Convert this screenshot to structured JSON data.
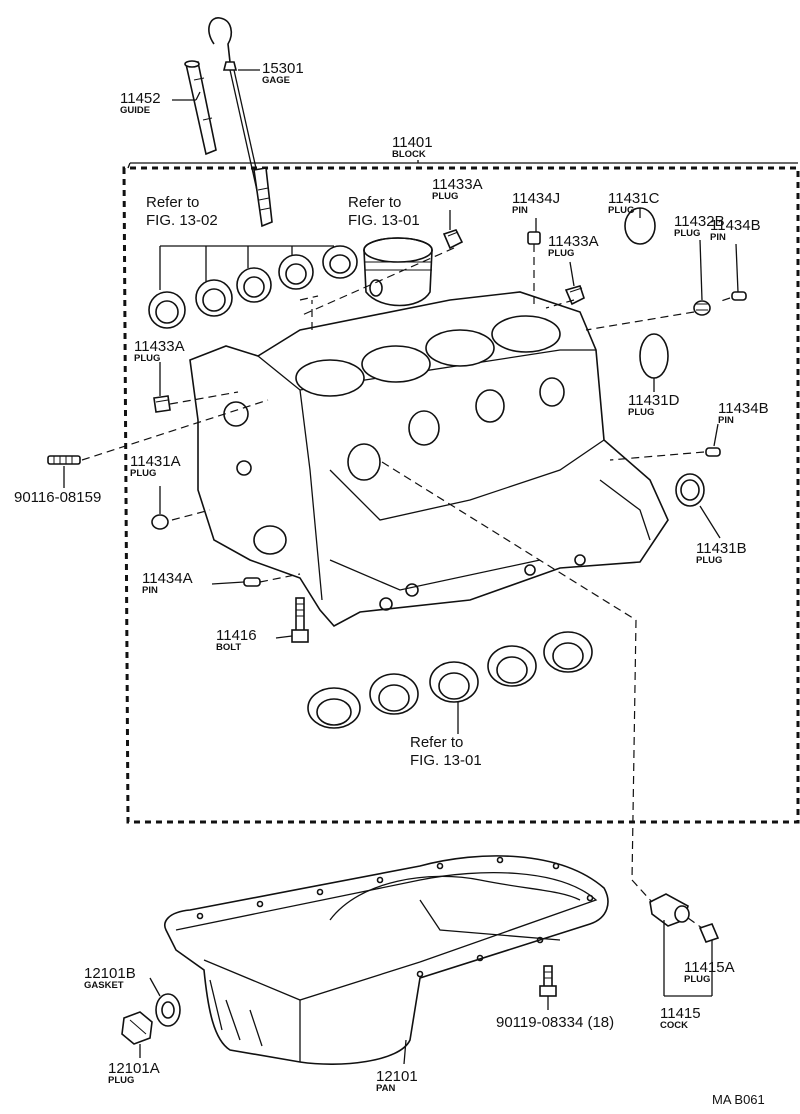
{
  "labels": {
    "gage": {
      "number": "15301",
      "name": "GAGE"
    },
    "guide": {
      "number": "11452",
      "name": "GUIDE"
    },
    "block": {
      "number": "11401",
      "name": "BLOCK"
    },
    "plug_11433a_top": {
      "number": "11433A",
      "name": "PLUG"
    },
    "pin_11434j": {
      "number": "11434J",
      "name": "PIN"
    },
    "plug_11431c": {
      "number": "11431C",
      "name": "PLUG"
    },
    "plug_11432b": {
      "number": "11432B",
      "name": "PLUG"
    },
    "pin_11434b_top": {
      "number": "11434B",
      "name": "PIN"
    },
    "plug_11433a_mid": {
      "number": "11433A",
      "name": "PLUG"
    },
    "plug_11433a_left": {
      "number": "11433A",
      "name": "PLUG"
    },
    "plug_11431d": {
      "number": "11431D",
      "name": "PLUG"
    },
    "pin_11434b_right": {
      "number": "11434B",
      "name": "PIN"
    },
    "stud_90116": {
      "number": "90116-08159"
    },
    "plug_11431a": {
      "number": "11431A",
      "name": "PLUG"
    },
    "plug_11431b": {
      "number": "11431B",
      "name": "PLUG"
    },
    "pin_11434a": {
      "number": "11434A",
      "name": "PIN"
    },
    "bolt_11416": {
      "number": "11416",
      "name": "BOLT"
    },
    "plug_11415a": {
      "number": "11415A",
      "name": "PLUG"
    },
    "cock_11415": {
      "number": "11415",
      "name": "COCK"
    },
    "bolt_90119": {
      "number": "90119-08334 (18)"
    },
    "gasket_12101b": {
      "number": "12101B",
      "name": "GASKET"
    },
    "plug_12101a": {
      "number": "12101A",
      "name": "PLUG"
    },
    "pan_12101": {
      "number": "12101",
      "name": "PAN"
    }
  },
  "refs": {
    "ref_13_02": {
      "line1": "Refer to",
      "line2": "FIG. 13-02"
    },
    "ref_13_01_top": {
      "line1": "Refer to",
      "line2": "FIG. 13-01"
    },
    "ref_13_01_bottom": {
      "line1": "Refer to",
      "line2": "FIG. 13-01"
    }
  },
  "figure_code": "MA B061"
}
